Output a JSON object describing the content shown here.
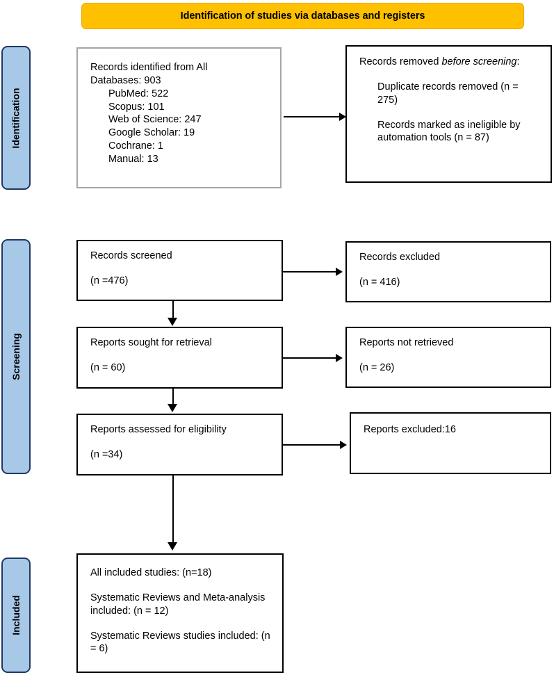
{
  "header": {
    "title": "Identification of studies via databases and registers",
    "background_color": "#FFC000"
  },
  "stages": {
    "identification": "Identification",
    "screening": "Screening",
    "included": "Included",
    "bar_color": "#A8C8E8",
    "bar_border_color": "#1F3864"
  },
  "boxes": {
    "records_identified": {
      "line1": "Records identified from All",
      "line2": "Databases: 903",
      "sources": [
        "PubMed: 522",
        "Scopus: 101",
        "Web of Science: 247",
        "Google Scholar: 19",
        "Cochrane: 1",
        "Manual: 13"
      ]
    },
    "records_removed": {
      "title_prefix": "Records removed ",
      "title_italic": "before screening",
      "title_suffix": ":",
      "item1": "Duplicate records removed (n = 275)",
      "item2": "Records marked as ineligible by automation tools (n = 87)"
    },
    "records_screened": {
      "label": "Records screened",
      "count": "(n =476)"
    },
    "records_excluded": {
      "label": "Records excluded",
      "count": "(n = 416)"
    },
    "reports_sought": {
      "label": "Reports sought for retrieval",
      "count": "(n = 60)"
    },
    "reports_not_retrieved": {
      "label": "Reports not retrieved",
      "count": "(n = 26)"
    },
    "reports_assessed": {
      "label": "Reports assessed for eligibility",
      "count": "(n =34)"
    },
    "reports_excluded_16": {
      "label": "Reports excluded:16"
    },
    "included_studies": {
      "line1": "All included studies: (n=18)",
      "line2": "Systematic Reviews and Meta-analysis included: (n = 12)",
      "line3": "Systematic Reviews studies included: (n = 6)"
    }
  }
}
